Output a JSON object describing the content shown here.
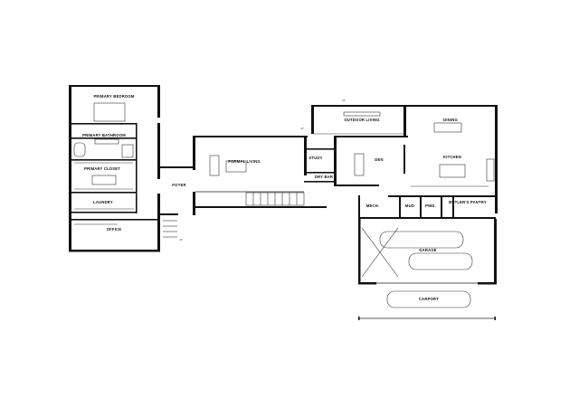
{
  "rooms": [
    {
      "id": "primary-bedroom",
      "name": "PRIMARY BEDROOM"
    },
    {
      "id": "primary-bathroom",
      "name": "PRIMARY BATHROOM"
    },
    {
      "id": "primary-closet",
      "name": "PRIMARY CLOSET"
    },
    {
      "id": "laundry",
      "name": "LAUNDRY"
    },
    {
      "id": "office",
      "name": "OFFICE"
    },
    {
      "id": "foyer",
      "name": "FOYER"
    },
    {
      "id": "formal-living",
      "name": "FORMAL LIVING"
    },
    {
      "id": "study",
      "name": "STUDY"
    },
    {
      "id": "dry-bar",
      "name": "DRY BAR"
    },
    {
      "id": "outdoor-living",
      "name": "OUTDOOR LIVING"
    },
    {
      "id": "den",
      "name": "DEN"
    },
    {
      "id": "dining",
      "name": "DINING"
    },
    {
      "id": "kitchen",
      "name": "KITCHEN"
    },
    {
      "id": "mech",
      "name": "MECH."
    },
    {
      "id": "mud",
      "name": "MUD"
    },
    {
      "id": "pwd",
      "name": "PWD."
    },
    {
      "id": "butlers-pantry",
      "name": "BUTLER'S PANTRY"
    },
    {
      "id": "garage",
      "name": "GARAGE"
    },
    {
      "id": "carport",
      "name": "CARPORT"
    }
  ],
  "markers": {
    "up_top": "UP",
    "up_deck": "UP",
    "up_entry": "UP"
  }
}
